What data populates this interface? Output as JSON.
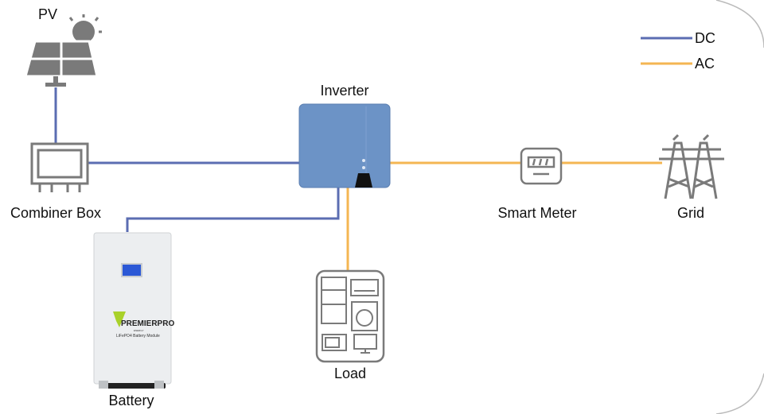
{
  "labels": {
    "pv": "PV",
    "combiner": "Combiner Box",
    "inverter": "Inverter",
    "battery": "Battery",
    "load": "Load",
    "meter": "Smart Meter",
    "grid": "Grid"
  },
  "legend": [
    {
      "label": "DC",
      "color": "#5b6db2"
    },
    {
      "label": "AC",
      "color": "#f4b652"
    }
  ],
  "battery_branding": {
    "brand": "PREMIERPRO",
    "sub": "ENERGY",
    "model": "LiFePO4 Battery Module"
  },
  "colors": {
    "dc": "#5b6db2",
    "ac": "#f4b652",
    "inverter": "#6c93c6",
    "icon": "#7a7a7a"
  }
}
